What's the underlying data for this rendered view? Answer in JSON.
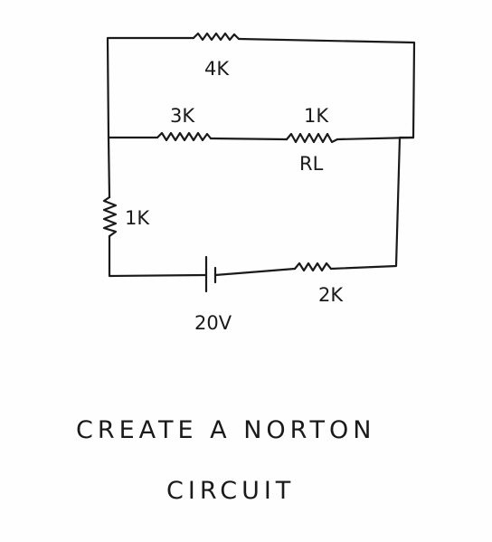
{
  "diagram": {
    "components": {
      "r_top": {
        "label": "4K"
      },
      "r_mid_left": {
        "label": "3K"
      },
      "r_load": {
        "label": "1K",
        "sublabel": "RL"
      },
      "r_left": {
        "label": "1K"
      },
      "r_bottom": {
        "label": "2K"
      },
      "battery": {
        "label": "20V"
      }
    }
  },
  "caption": {
    "line1": "CREATE A NORTON",
    "line2": "CIRCUIT"
  }
}
